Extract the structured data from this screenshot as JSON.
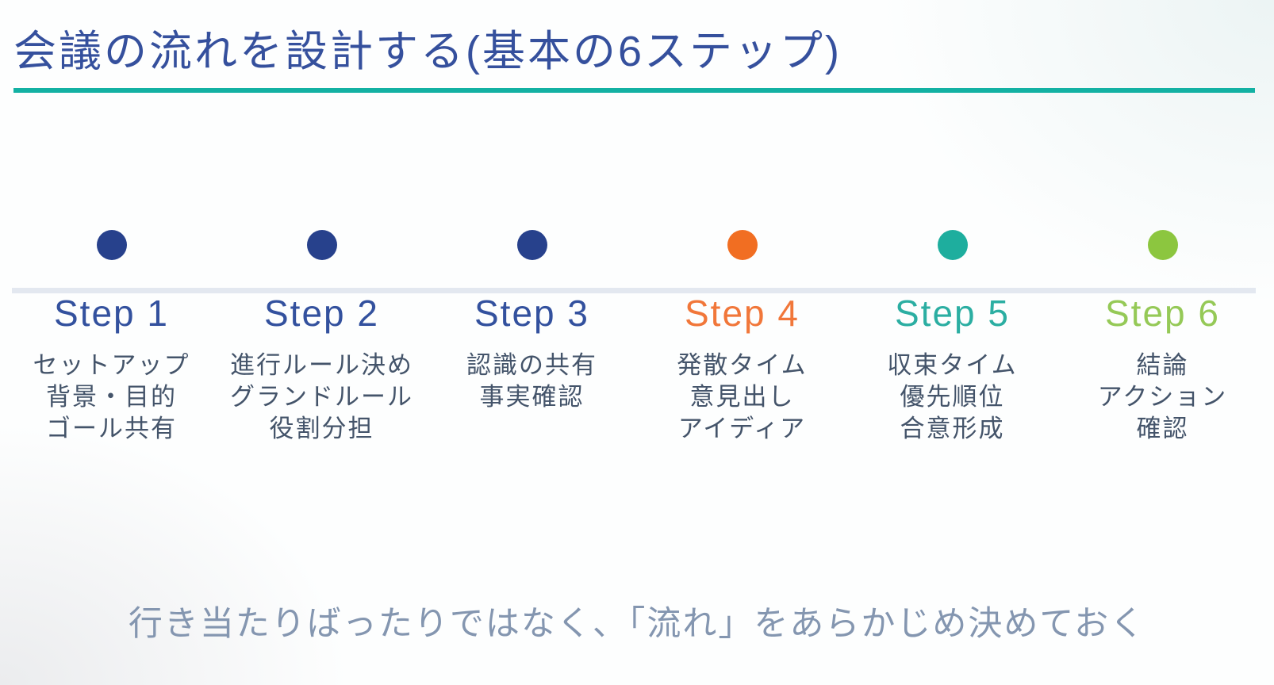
{
  "slide": {
    "title": "会議の流れを設計する(基本の6ステップ)",
    "footer": "行き当たりばったりではなく、「流れ」をあらかじめ決めておく"
  },
  "colors": {
    "title": "#35509D",
    "title_rule": "#13B1A3",
    "timeline": "#E3E8F0",
    "description_text": "#44546A",
    "footer_text": "#8496B0"
  },
  "steps": [
    {
      "label": "Step 1",
      "dot_color": "#27418C",
      "text_color": "#33519E",
      "lines": [
        "セットアップ",
        "背景・目的",
        "ゴール共有"
      ]
    },
    {
      "label": "Step 2",
      "dot_color": "#27418C",
      "text_color": "#33519E",
      "lines": [
        "進行ルール決め",
        "グランドルール",
        "役割分担"
      ]
    },
    {
      "label": "Step 3",
      "dot_color": "#27418C",
      "text_color": "#33519E",
      "lines": [
        "認識の共有",
        "事実確認"
      ]
    },
    {
      "label": "Step 4",
      "dot_color": "#F16E22",
      "text_color": "#F1773A",
      "lines": [
        "発散タイム",
        "意見出し",
        "アイディア"
      ]
    },
    {
      "label": "Step 5",
      "dot_color": "#1EAE9E",
      "text_color": "#2BAEA2",
      "lines": [
        "収束タイム",
        "優先順位",
        "合意形成"
      ]
    },
    {
      "label": "Step 6",
      "dot_color": "#8CC63F",
      "text_color": "#95C957",
      "lines": [
        "結論",
        "アクション",
        "確認"
      ]
    }
  ]
}
